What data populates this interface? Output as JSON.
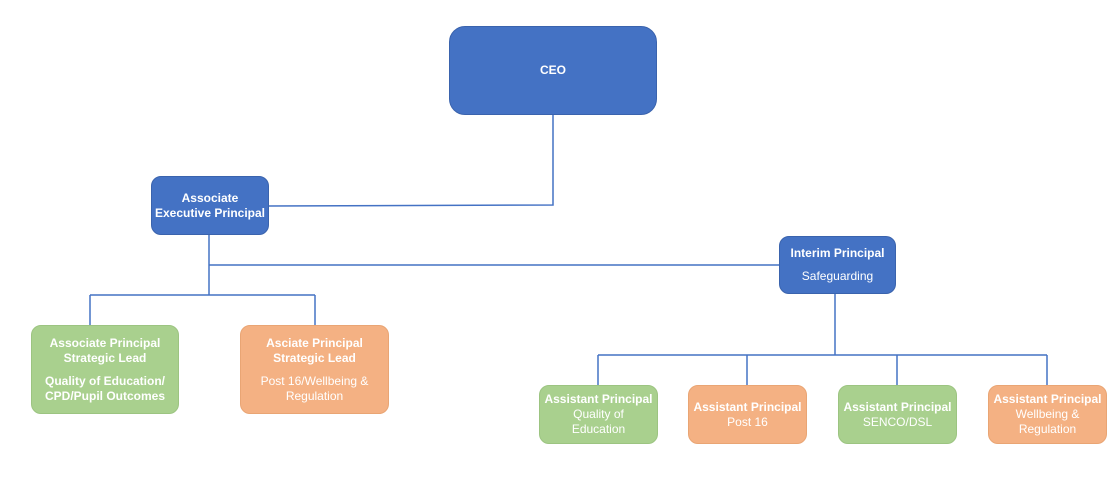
{
  "colors": {
    "blue": "#4472c4",
    "green": "#a9d08e",
    "orange": "#f4b183",
    "connector": "#4472c4"
  },
  "nodes": {
    "ceo": {
      "title": "CEO"
    },
    "assoc_exec": {
      "line1": "Associate",
      "line2": "Executive Principal"
    },
    "interim": {
      "title": "Interim Principal",
      "subtitle": "Safeguarding"
    },
    "assoc_strategic": {
      "line1": "Associate Principal",
      "line2": "Strategic Lead",
      "detail1": "Quality of Education/",
      "detail2": "CPD/Pupil Outcomes"
    },
    "asciate_strategic": {
      "line1": "Asciate Principal",
      "line2": "Strategic Lead",
      "detail1": "Post 16/Wellbeing &",
      "detail2": "Regulation"
    },
    "ap_quality": {
      "title": "Assistant Principal",
      "detail1": "Quality of",
      "detail2": "Education"
    },
    "ap_post16": {
      "title": "Assistant Principal",
      "detail1": "Post 16"
    },
    "ap_senco": {
      "title": "Assistant Principal",
      "detail1": "SENCO/DSL"
    },
    "ap_wellbeing": {
      "title": "Assistant Principal",
      "detail1": "Wellbeing &",
      "detail2": "Regulation"
    }
  }
}
